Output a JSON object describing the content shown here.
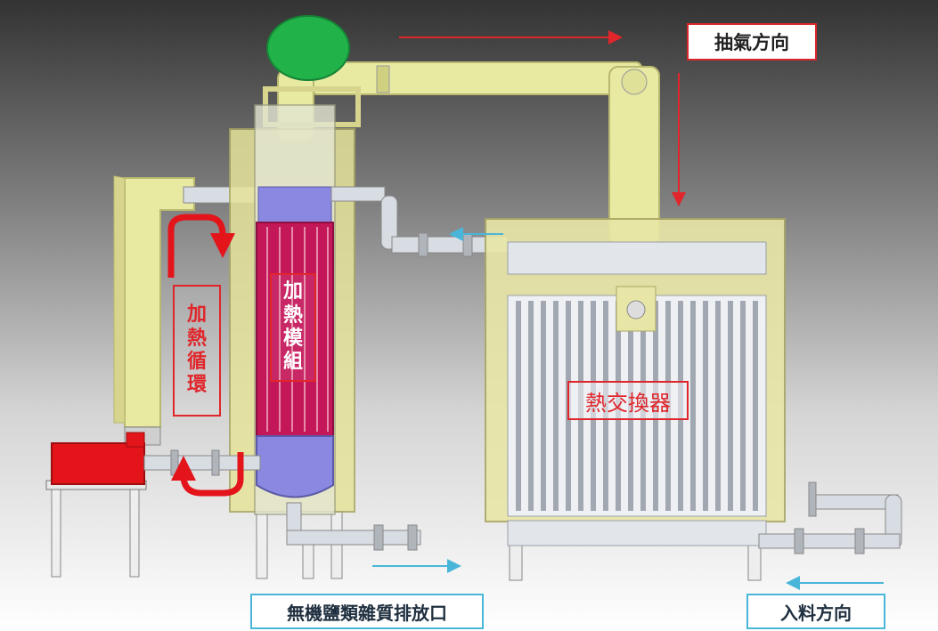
{
  "labels": {
    "exhaust_direction": "抽氣方向",
    "heating_loop": [
      "加",
      "熱",
      "循",
      "環"
    ],
    "heating_module": [
      "加",
      "熱",
      "模",
      "組"
    ],
    "heat_exchanger": "熱交換器",
    "salt_discharge": "無機鹽類雜質排放口",
    "feed_direction": "入料方向"
  },
  "colors": {
    "pipe": "#e8eaa2",
    "frame": "#d6d48d",
    "heater": "#c4175a",
    "chamber": "#8a88e0",
    "blower": "#22b24a",
    "pump": "#e3151a",
    "flow_red": "#e0262b",
    "flow_blue": "#49b6d9"
  }
}
